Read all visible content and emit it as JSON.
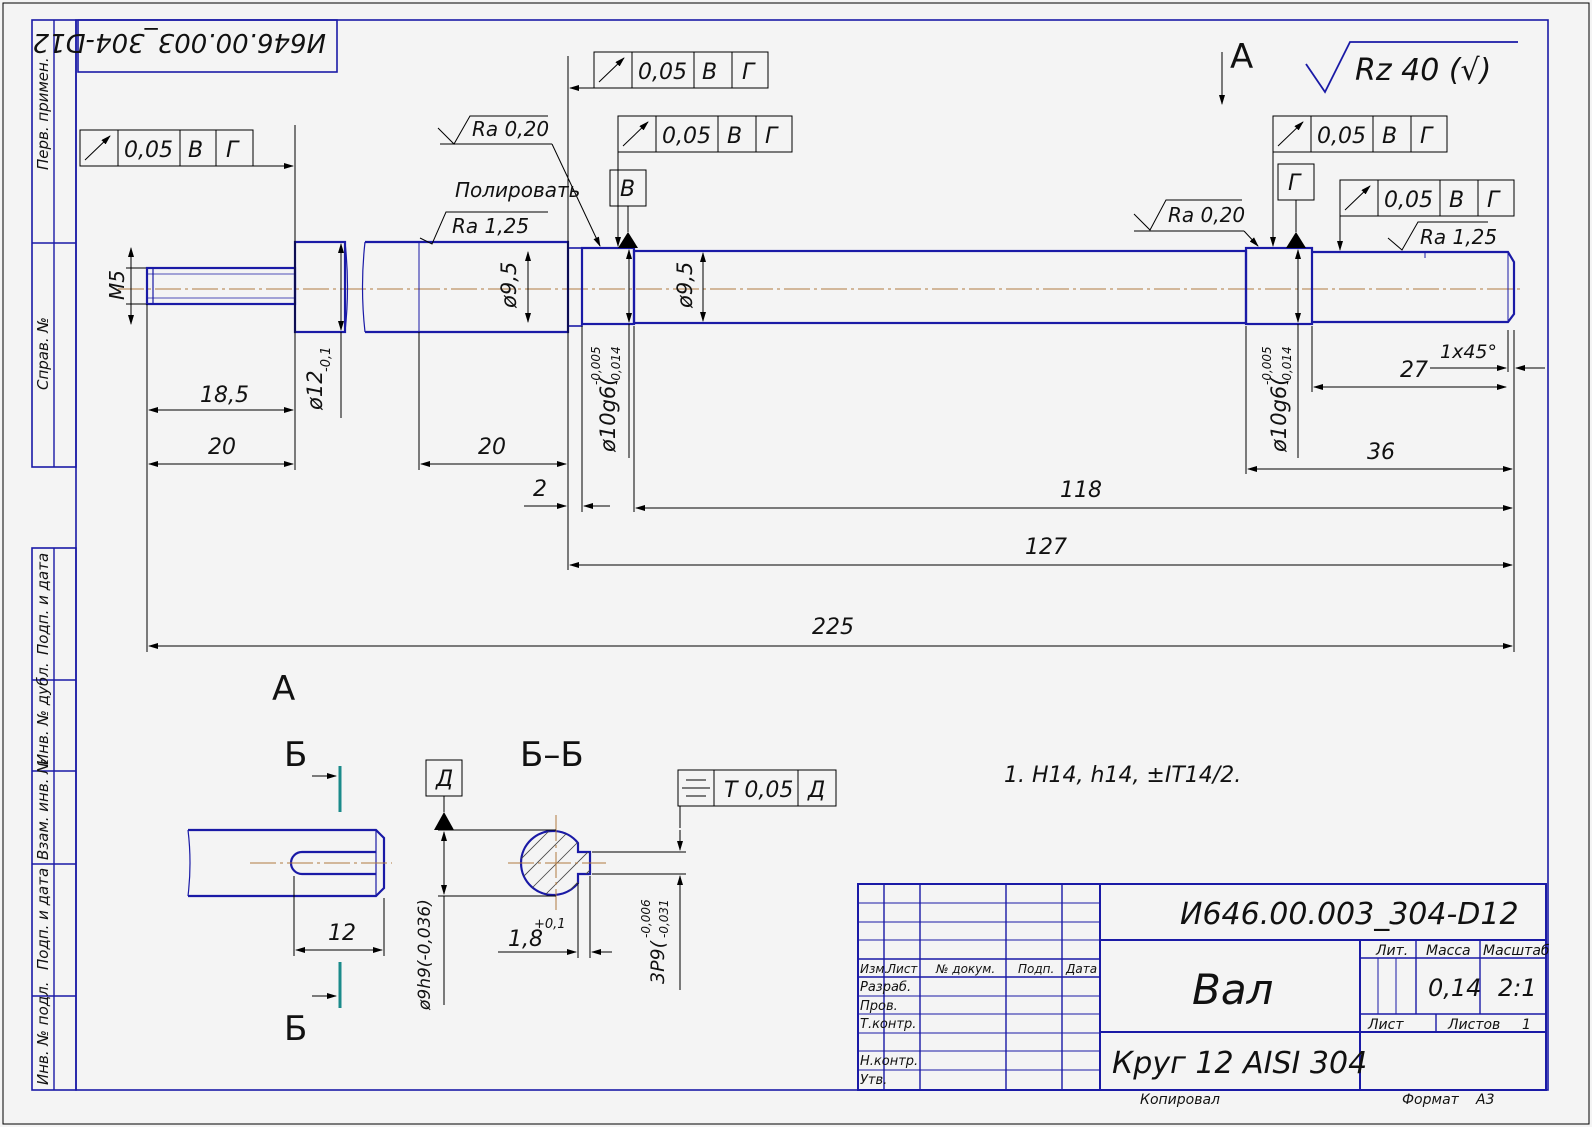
{
  "stamp": {
    "designation": "И646.00.003_304-D12",
    "name": "Вал",
    "material": "Круг 12  AISI 304",
    "lit_label": "Лит.",
    "mass_label": "Масса",
    "scale_label": "Масштаб",
    "mass": "0,14",
    "scale": "2:1",
    "sheet_label": "Лист",
    "sheets_label": "Листов",
    "sheets": "1",
    "copied": "Копировал",
    "format_label": "Формат",
    "format": "A3",
    "head_cols": [
      "Изм.",
      "Лист",
      "№ докум.",
      "Подп.",
      "Дата"
    ],
    "roles": [
      "Разраб.",
      "Пров.",
      "Т.контр.",
      "Н.контр.",
      "Утв."
    ]
  },
  "side_panel": [
    "Перв. примен.",
    "Справ. №",
    "Подп. и дата",
    "Инв. № дубл.",
    "Взам. инв. №",
    "Подп. и дата",
    "Инв. № подл."
  ],
  "top_code": "И646.00.003_304-D12",
  "roughness": {
    "general": "Rz 40 (√)",
    "ra020_a": "Ra 0,20",
    "ra020_b": "Ra 0,20",
    "ra125_a": "Ra 1,25",
    "ra125_b": "Ra 1,25",
    "polish": "Полировать"
  },
  "tolerance_frames": [
    {
      "value": "0,05",
      "base1": "В",
      "base2": "Г"
    },
    {
      "value": "0,05",
      "base1": "В",
      "base2": "Г"
    },
    {
      "value": "0,05",
      "base1": "В",
      "base2": "Г"
    },
    {
      "value": "0,05",
      "base1": "В",
      "base2": "Г"
    },
    {
      "value": "0,05",
      "base1": "В",
      "base2": "Г"
    }
  ],
  "datums": {
    "b": "В",
    "g": "Г",
    "d": "Д"
  },
  "views": {
    "a": "А",
    "a2": "А",
    "b1": "Б",
    "b2": "Б",
    "bb": "Б–Б"
  },
  "dims": {
    "m5": "M5",
    "d12": "ø12",
    "d12_tol": "-0,1",
    "d95a": "ø9,5",
    "d95b": "ø9,5",
    "d10a": "ø10g6(",
    "d10b": "ø10g6(",
    "tol_up": "-0,005",
    "tol_low": "-0,014",
    "l185": "18,5",
    "l20a": "20",
    "l20b": "20",
    "l2": "2",
    "l118": "118",
    "l127": "127",
    "l225": "225",
    "l36": "36",
    "l27": "27",
    "chamfer": "1x45°",
    "l12": "12",
    "d9h9": "ø9h9(-0,036)",
    "d18": "1,8",
    "d18_tol": "+0,1",
    "d3p9": "3P9(",
    "p9_up": "-0,006",
    "p9_low": "-0,031",
    "sym_frame": "T 0,05",
    "sym_base": "Д"
  },
  "note": "1. H14, h14, ±IT14/2."
}
